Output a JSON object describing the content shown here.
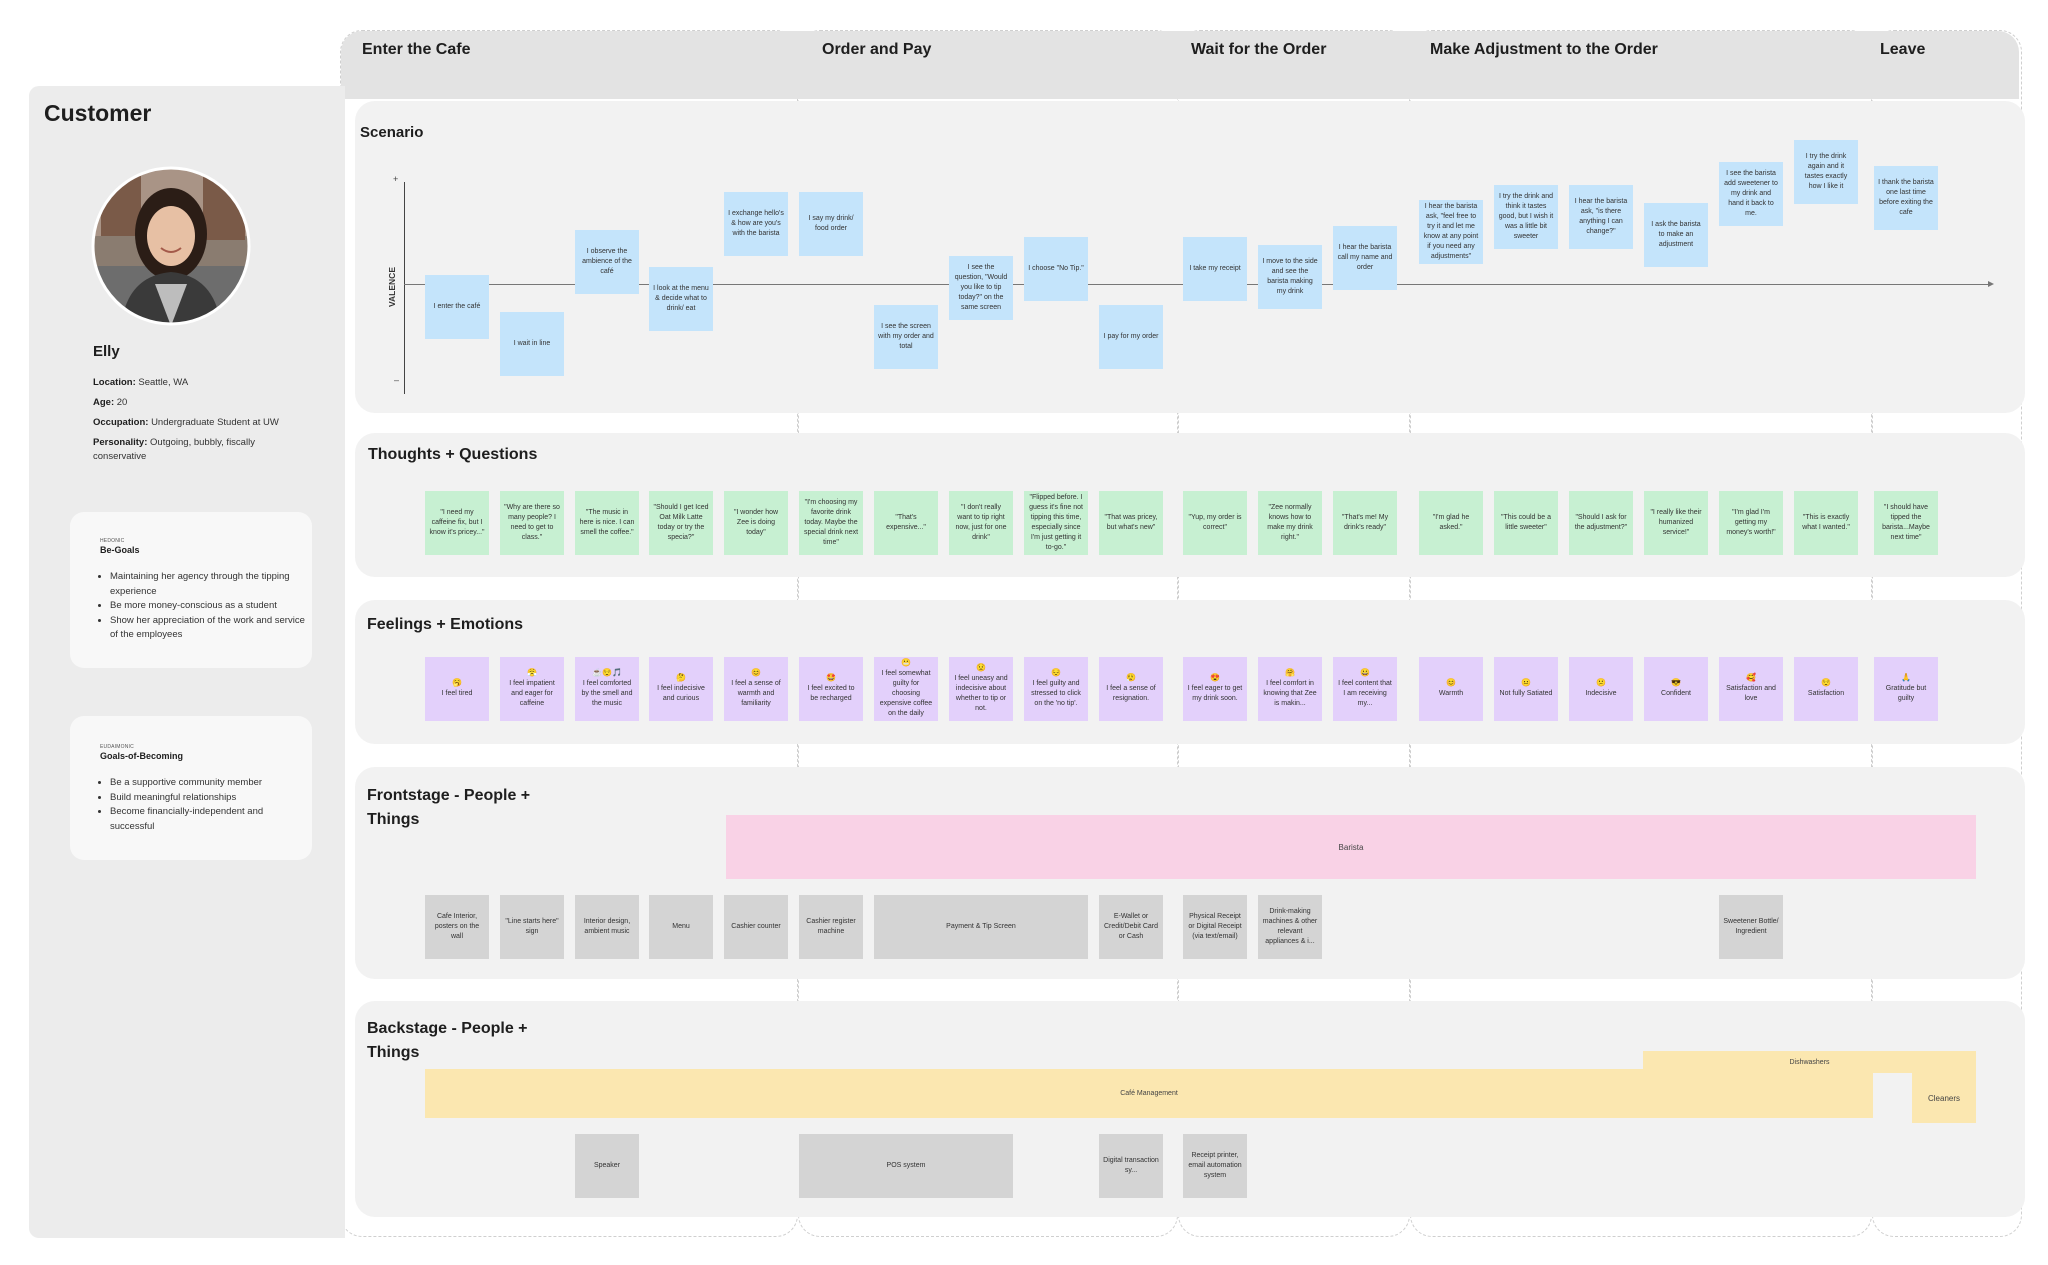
{
  "stages": [
    "Enter the Cafe",
    "Order and Pay",
    "Wait for the Order",
    "Make Adjustment to the Order",
    "Leave"
  ],
  "persona": {
    "heading": "Customer",
    "name": "Elly",
    "location_label": "Location:",
    "location": "Seattle, WA",
    "age_label": "Age:",
    "age": "20",
    "occupation_label": "Occupation:",
    "occupation": "Undergraduate Student at UW",
    "personality_label": "Personality:",
    "personality": "Outgoing, bubbly, fiscally conservative",
    "be_goals": {
      "sup": "HEDONIC",
      "title": "Be-Goals",
      "items": [
        "Maintaining her agency through the tipping experience",
        "Be more money-conscious as a student",
        "Show her appreciation of the work and service of the employees"
      ]
    },
    "becoming_goals": {
      "sup": "EUDAIMONIC",
      "title": "Goals-of-Becoming",
      "items": [
        "Be a supportive community member",
        "Build meaningful relationships",
        "Become financially-independent and successful"
      ]
    }
  },
  "lanes": {
    "scenario": "Scenario",
    "thoughts": "Thoughts + Questions",
    "feelings": "Feelings + Emotions",
    "frontstage": "Frontstage - People + Things",
    "backstage": "Backstage - People + Things"
  },
  "valence_axis": {
    "label": "VALENCE",
    "plus": "+",
    "minus": "–"
  },
  "scenario": [
    {
      "text": "I enter the café",
      "valence": -0.3
    },
    {
      "text": "I wait in line",
      "valence": -0.8
    },
    {
      "text": "I observe the ambience of the café",
      "valence": 0.3
    },
    {
      "text": "I look at the menu & decide what to drink/ eat",
      "valence": -0.2
    },
    {
      "text": "I exchange hello's & how are you's with the barista",
      "valence": 0.8
    },
    {
      "text": "I say my drink/ food order",
      "valence": 0.8
    },
    {
      "text": "I see the screen with my order and total",
      "valence": -0.7
    },
    {
      "text": "I see the question, \"Would you like to tip today?\" on the same screen",
      "valence": -0.05
    },
    {
      "text": "I choose \"No Tip.\"",
      "valence": 0.2
    },
    {
      "text": "I pay for my order",
      "valence": -0.7
    },
    {
      "text": "I take my receipt",
      "valence": 0.2
    },
    {
      "text": "I move to the side and see the barista making my drink",
      "valence": 0.1
    },
    {
      "text": "I hear the barista call my name and order",
      "valence": 0.35
    },
    {
      "text": "I hear the barista ask, \"feel free to try it and let me know at any point if you need any adjustments\"",
      "valence": 0.7
    },
    {
      "text": "I try the drink and think it tastes good, but I wish it was a little bit sweeter",
      "valence": 0.9
    },
    {
      "text": "I hear the barista ask, \"is there anything I can change?\"",
      "valence": 0.9
    },
    {
      "text": "I ask the barista to make an adjustment",
      "valence": 0.65
    },
    {
      "text": "I see the barista add sweetener to my drink and hand it back to me.",
      "valence": 1.2
    },
    {
      "text": "I try the drink again and it tastes exactly how I like it",
      "valence": 1.5
    },
    {
      "text": "I thank the barista one last time before exiting the cafe",
      "valence": 1.15
    }
  ],
  "thoughts": [
    "\"I need my caffeine fix, but I know it's pricey...\"",
    "\"Why are there so many people? I need to get to class.\"",
    "\"The music in here is nice. I can smell the coffee.\"",
    "\"Should I get Iced Oat Milk Latte today or try the specia?\"",
    "\"I wonder how Zee is doing today\"",
    "\"I'm choosing my favorite drink today. Maybe the special drink next time\"",
    "\"That's expensive...\"",
    "\"I don't really want to tip right now, just for one drink\"",
    "\"Flipped before. I guess it's fine not tipping this time, especially since I'm just getting it to-go.\"",
    "\"That was pricey, but what's new\"",
    "\"Yup, my order is correct\"",
    "\"Zee normally knows how to make my drink right.\"",
    "\"That's me! My drink's ready\"",
    "\"I'm glad he asked.\"",
    "\"This could be a little sweeter\"",
    "\"Should I ask for the adjustment?\"",
    "\"I really like their humanized service!\"",
    "\"I'm glad I'm getting my money's worth!\"",
    "\"This is exactly what I wanted.\"",
    "\"I should have tipped the barista...Maybe next time\""
  ],
  "feelings": [
    {
      "emoji": "🥱",
      "text": "I feel tired"
    },
    {
      "emoji": "😤",
      "text": "I feel impatient and eager for caffeine"
    },
    {
      "emoji": "☕😌🎵",
      "text": "I feel comforted by the smell and the music"
    },
    {
      "emoji": "🤔",
      "text": "I feel indecisive and curious"
    },
    {
      "emoji": "😊",
      "text": "I feel a sense of warmth and familiarity"
    },
    {
      "emoji": "🤩",
      "text": "I feel excited to be recharged"
    },
    {
      "emoji": "😬",
      "text": "I feel somewhat guilty for choosing expensive coffee on the daily"
    },
    {
      "emoji": "😟",
      "text": "I feel uneasy and indecisive about whether to tip or not."
    },
    {
      "emoji": "😔",
      "text": "I feel guilty and stressed to click on the 'no tip'."
    },
    {
      "emoji": "😮‍💨",
      "text": "I feel a sense of resignation."
    },
    {
      "emoji": "😍",
      "text": "I feel eager to get my drink soon."
    },
    {
      "emoji": "🤗",
      "text": "I feel comfort in knowing that Zee is makin..."
    },
    {
      "emoji": "😀",
      "text": "I feel content that I am receiving my..."
    },
    {
      "emoji": "😊",
      "text": "Warmth"
    },
    {
      "emoji": "😐",
      "text": "Not fully Satiated"
    },
    {
      "emoji": "😕",
      "text": "Indecisive"
    },
    {
      "emoji": "😎",
      "text": "Confident"
    },
    {
      "emoji": "🥰",
      "text": "Satisfaction and love"
    },
    {
      "emoji": "😌",
      "text": "Satisfaction"
    },
    {
      "emoji": "🙏",
      "text": "Gratitude but guilty"
    }
  ],
  "frontstage": {
    "barista": "Barista",
    "items": [
      {
        "col": 0,
        "span": 1,
        "text": "Cafe Interior, posters on the wall"
      },
      {
        "col": 1,
        "span": 1,
        "text": "\"Line starts here\" sign"
      },
      {
        "col": 2,
        "span": 1,
        "text": "Interior design, ambient music"
      },
      {
        "col": 3,
        "span": 1,
        "text": "Menu"
      },
      {
        "col": 4,
        "span": 1,
        "text": "Cashier counter"
      },
      {
        "col": 5,
        "span": 1,
        "text": "Cashier register machine"
      },
      {
        "col": 6,
        "span": 3,
        "text": "Payment & Tip Screen"
      },
      {
        "col": 9,
        "span": 1,
        "text": "E-Wallet or Credit/Debit Card or Cash"
      },
      {
        "col": 10,
        "span": 1,
        "text": "Physical Receipt or Digital Receipt (via text/email)"
      },
      {
        "col": 11,
        "span": 1,
        "text": "Drink-making machines & other relevant appliances & i..."
      },
      {
        "col": 17,
        "span": 1,
        "text": "Sweetener Bottle/ Ingredient"
      }
    ]
  },
  "backstage": {
    "management": "Café Management",
    "dishwashers": "Dishwashers",
    "cleaners": "Cleaners",
    "items": [
      {
        "col": 2,
        "span": 1,
        "text": "Speaker"
      },
      {
        "col": 5,
        "span": 3,
        "text": "POS system"
      },
      {
        "col": 9,
        "span": 1,
        "text": "Digital transaction sy..."
      },
      {
        "col": 10,
        "span": 1,
        "text": "Receipt printer, email automation system"
      }
    ]
  }
}
